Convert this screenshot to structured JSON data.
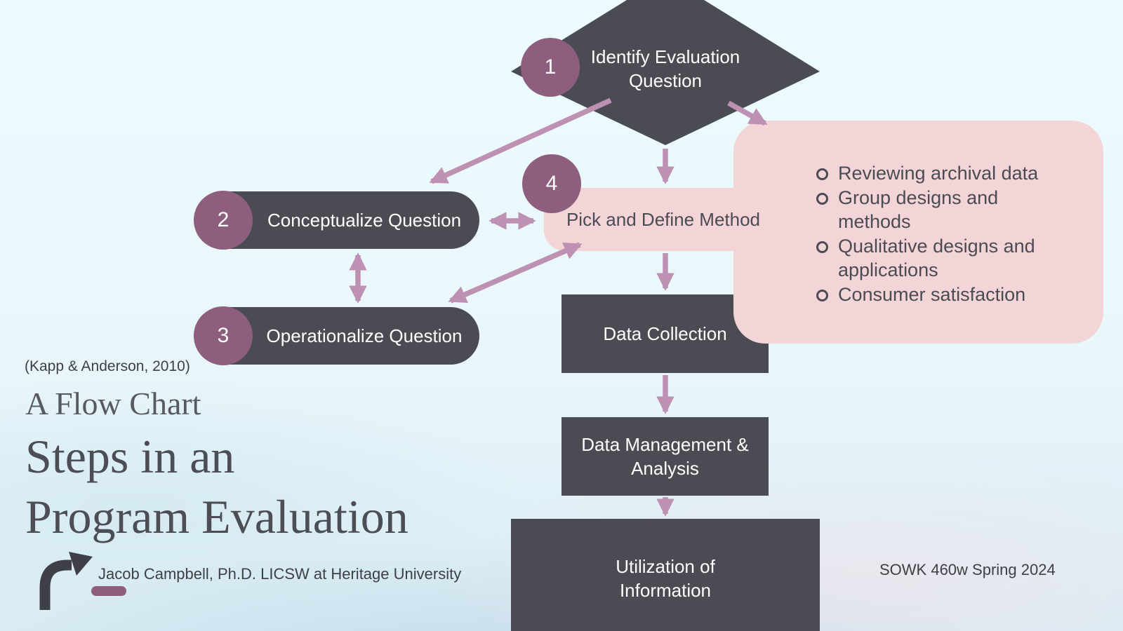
{
  "colors": {
    "dark_node": "#4a4b53",
    "step_circle": "#8d5e7e",
    "arrow": "#be90b1",
    "pink_panel": "#f3d5d8"
  },
  "flowchart": {
    "step1": {
      "number": "1",
      "label": "Identify Evaluation Question"
    },
    "step2": {
      "number": "2",
      "label": "Conceptualize Question"
    },
    "step3": {
      "number": "3",
      "label": "Operationalize Question"
    },
    "step4": {
      "number": "4",
      "label": "Pick and Define Method"
    },
    "data_collection": {
      "label": "Data Collection"
    },
    "data_management": {
      "label": "Data Management & Analysis"
    },
    "utilization": {
      "label": "Utilization of Information"
    },
    "method_options": {
      "items": [
        "Reviewing archival data",
        "Group designs and methods",
        "Qualitative designs and applications",
        "Consumer satisfaction"
      ]
    }
  },
  "titles": {
    "citation": "(Kapp & Anderson, 2010)",
    "kicker": "A Flow Chart",
    "line1": "Steps in an",
    "line2": "Program Evaluation"
  },
  "footer": {
    "author": "Jacob Campbell, Ph.D. LICSW at Heritage University",
    "course": "SOWK 460w Spring 2024"
  }
}
